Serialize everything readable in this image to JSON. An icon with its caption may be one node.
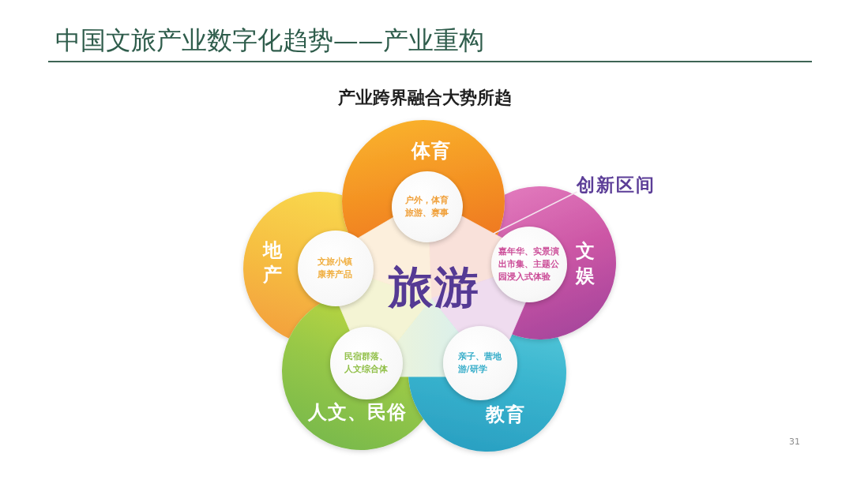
{
  "diagram": {
    "title": "中国文旅产业数字化趋势——产业重构",
    "nodes": [
      {
        "text": [
          "体育"
        ]
      },
      {
        "text": [
          "户外，体育旅游、赛事"
        ],
        "in": 0
      },
      {
        "text": [
          "文娱"
        ]
      },
      {
        "text": [
          "嘉年华、实景演出市集、主题公园浸入式体验"
        ],
        "in": 2
      },
      {
        "text": [
          "教育"
        ]
      },
      {
        "text": [
          "亲子、营地游/研学"
        ],
        "in": 4
      },
      {
        "text": [
          "人文、民俗"
        ]
      },
      {
        "text": [
          "民宿群落、人文综合体"
        ],
        "in": 6
      },
      {
        "text": [
          "地产"
        ]
      },
      {
        "text": [
          "文旅小镇康养产品"
        ],
        "in": 8
      },
      {
        "text": [
          "旅游"
        ]
      },
      {
        "text": [
          "创新区间"
        ]
      }
    ],
    "edges": [
      {
        "from": 11,
        "to": 10,
        "arrow": "none"
      }
    ],
    "labels": [
      "产业跨界融合大势所趋",
      "31"
    ]
  }
}
